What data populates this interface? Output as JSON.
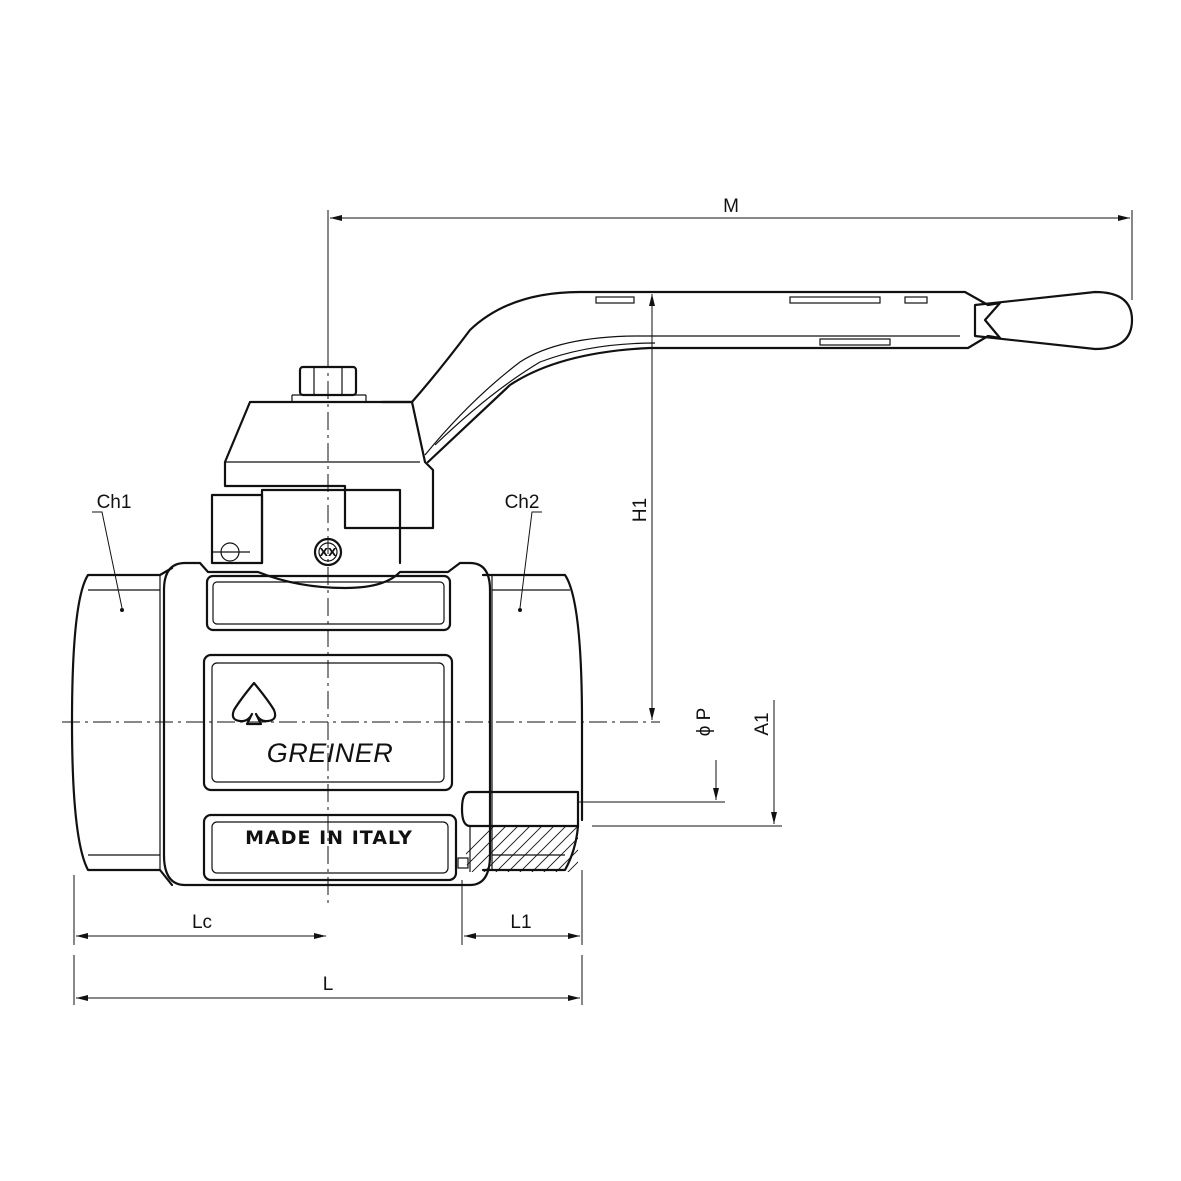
{
  "drawing": {
    "brand": "GREINER",
    "origin_mark": "MADE IN ITALY",
    "body_mark": "XX",
    "line_color": "#111111",
    "background": "#ffffff"
  },
  "dimensions": {
    "M": "M",
    "H1": "H1",
    "A1": "A1",
    "P": "ϕ P",
    "Ch1": "Ch1",
    "Ch2": "Ch2",
    "Lc": "Lc",
    "L1": "L1",
    "L": "L"
  }
}
